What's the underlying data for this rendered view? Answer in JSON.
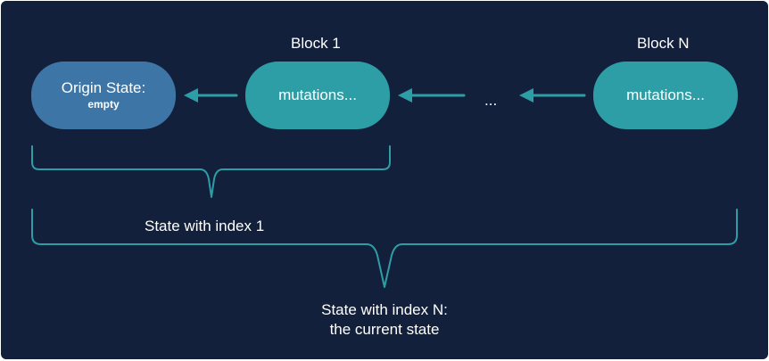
{
  "colors": {
    "background": "#13203b",
    "origin_fill": "#3d76a6",
    "block_fill": "#2d9ea6",
    "connector": "#2d9ea6",
    "text": "#ffffff"
  },
  "nodes": {
    "origin": {
      "title": "Origin State:",
      "subtitle": "empty"
    },
    "block_1": {
      "header": "Block 1",
      "text": "mutations..."
    },
    "block_n": {
      "header": "Block N",
      "text": "mutations..."
    }
  },
  "ellipsis": "...",
  "braces": {
    "state_1": "State with index 1",
    "state_n_line1": "State with index N:",
    "state_n_line2": "the current state"
  }
}
